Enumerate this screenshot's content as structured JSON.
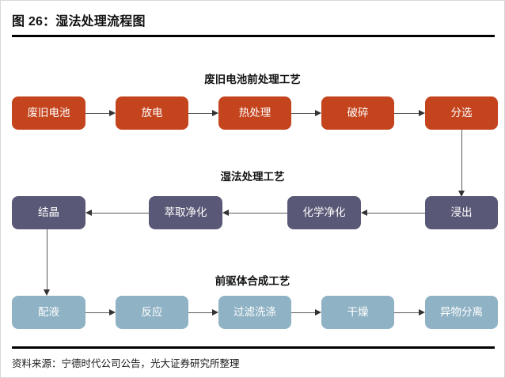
{
  "figure": {
    "title": "图 26：湿法处理流程图",
    "source": "资料来源：宁德时代公司公告，光大证券研究所整理"
  },
  "colors": {
    "pretreatment": "#C4441E",
    "hydrometallurgy": "#595876",
    "precursor": "#8FB2C4",
    "connector": "#595959",
    "rule": "#000000",
    "node_text": "#FFFFFF"
  },
  "chart_data": {
    "type": "diagram",
    "title": "图 26：湿法处理流程图",
    "sections": [
      {
        "id": "pretreatment",
        "header": "废旧电池前处理工艺",
        "color": "#C4441E",
        "direction": "left-to-right",
        "nodes": [
          {
            "id": "n1",
            "label": "废旧电池"
          },
          {
            "id": "n2",
            "label": "放电"
          },
          {
            "id": "n3",
            "label": "热处理"
          },
          {
            "id": "n4",
            "label": "破碎"
          },
          {
            "id": "n5",
            "label": "分选"
          }
        ]
      },
      {
        "id": "hydrometallurgy",
        "header": "湿法处理工艺",
        "color": "#595876",
        "direction": "right-to-left",
        "nodes": [
          {
            "id": "n6",
            "label": "结晶"
          },
          {
            "id": "n7",
            "label": "萃取净化"
          },
          {
            "id": "n8",
            "label": "化学净化"
          },
          {
            "id": "n9",
            "label": "浸出"
          }
        ]
      },
      {
        "id": "precursor",
        "header": "前驱体合成工艺",
        "color": "#8FB2C4",
        "direction": "left-to-right",
        "nodes": [
          {
            "id": "n10",
            "label": "配液"
          },
          {
            "id": "n11",
            "label": "反应"
          },
          {
            "id": "n12",
            "label": "过滤洗涤"
          },
          {
            "id": "n13",
            "label": "干燥"
          },
          {
            "id": "n14",
            "label": "异物分离"
          }
        ]
      }
    ],
    "edges": [
      {
        "from": "废旧电池",
        "to": "放电",
        "orientation": "horizontal"
      },
      {
        "from": "放电",
        "to": "热处理",
        "orientation": "horizontal"
      },
      {
        "from": "热处理",
        "to": "破碎",
        "orientation": "horizontal"
      },
      {
        "from": "破碎",
        "to": "分选",
        "orientation": "horizontal"
      },
      {
        "from": "分选",
        "to": "浸出",
        "orientation": "vertical"
      },
      {
        "from": "浸出",
        "to": "化学净化",
        "orientation": "horizontal"
      },
      {
        "from": "化学净化",
        "to": "萃取净化",
        "orientation": "horizontal"
      },
      {
        "from": "萃取净化",
        "to": "结晶",
        "orientation": "horizontal"
      },
      {
        "from": "结晶",
        "to": "配液",
        "orientation": "vertical"
      },
      {
        "from": "配液",
        "to": "反应",
        "orientation": "horizontal"
      },
      {
        "from": "反应",
        "to": "过滤洗涤",
        "orientation": "horizontal"
      },
      {
        "from": "过滤洗涤",
        "to": "干燥",
        "orientation": "horizontal"
      },
      {
        "from": "干燥",
        "to": "异物分离",
        "orientation": "horizontal"
      }
    ]
  }
}
